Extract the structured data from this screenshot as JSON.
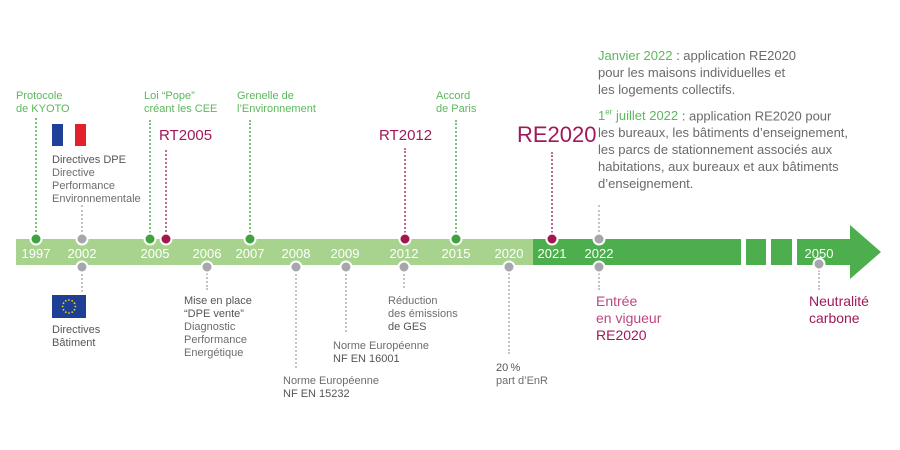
{
  "colors": {
    "bar_light": "#a7d38e",
    "bar_dark": "#4cae4c",
    "green_text": "#5cb85c",
    "magenta": "#a1185a",
    "grey_text": "#6d6d6d"
  },
  "timeline": {
    "years": [
      "1997",
      "2002",
      "2005",
      "2006",
      "2007",
      "2008",
      "2009",
      "2012",
      "2015",
      "2020",
      "2021",
      "2022",
      "2050"
    ]
  },
  "above": {
    "kyoto": [
      "Protocole",
      "de KYOTO"
    ],
    "dpe": {
      "title": "Directives DPE",
      "lines": [
        "Directive",
        "Performance",
        "Environnementale"
      ]
    },
    "pope": [
      "Loi “Pope”",
      "créant les CEE"
    ],
    "rt2005": "RT2005",
    "grenelle": [
      "Grenelle de",
      "l’Environnement"
    ],
    "rt2012": "RT2012",
    "paris": [
      "Accord",
      "de Paris"
    ],
    "re2020": "RE2020"
  },
  "right_panel": {
    "p1_highlight": "Janvier 2022",
    "p1_lines": [
      " : application RE2020",
      "pour les maisons individuelles et",
      "les logements collectifs."
    ],
    "p2_sup_num": "1",
    "p2_sup": "er",
    "p2_highlight": " juillet 2022",
    "p2_lines": [
      " : application RE2020 pour",
      "les bureaux, les bâtiments d’enseignement,",
      "les parcs de stationnement associés aux",
      "habitations, aux bureaux et aux bâtiments",
      "d’enseignement."
    ]
  },
  "below": {
    "batiment": [
      "Directives",
      "Bâtiment"
    ],
    "dpe_vente": [
      "Mise en place",
      "“DPE vente”",
      "Diagnostic",
      "Performance",
      "Energétique"
    ],
    "nf15232": [
      "Norme Européenne",
      "NF EN 15232"
    ],
    "nf16001": [
      "Norme Européenne",
      "NF EN 16001"
    ],
    "ges": [
      "Réduction",
      "des émissions",
      "de GES"
    ],
    "enr": [
      "20 %",
      "part d’EnR"
    ],
    "entree": [
      "Entrée",
      "en vigueur",
      "RE2020"
    ],
    "neutralite": [
      "Neutralité",
      "carbone"
    ]
  },
  "icons": {
    "france_flag": "france-flag-icon",
    "eu_flag": "eu-flag-icon"
  }
}
